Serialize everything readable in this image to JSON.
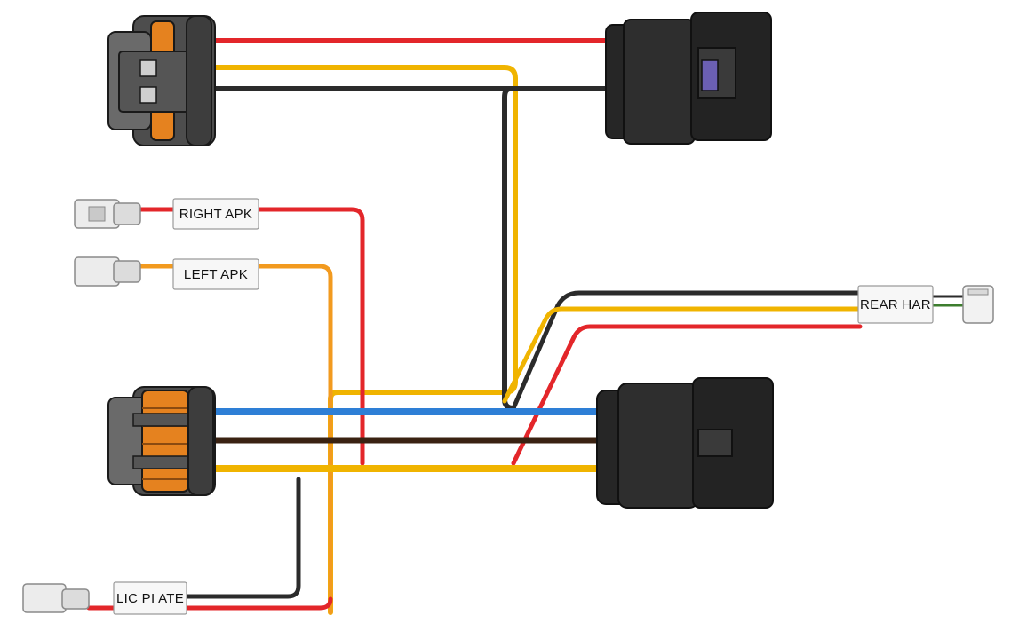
{
  "labels": {
    "right_apk": "RIGHT APK",
    "left_apk": "LEFT APK",
    "rear_har": "REAR HAR",
    "lic_plate": "LIC PI ATE"
  },
  "colors": {
    "red": "#e3262a",
    "orange": "#f29a1f",
    "yellow": "#f0b400",
    "black": "#2b2b2b",
    "blue": "#2e7fd6",
    "brown": "#3a2212",
    "green": "#3c7d2e",
    "connector_body": "#262626",
    "connector_grey": "#5c5c5c",
    "connector_orange": "#e5821f"
  },
  "icons": {
    "connector_top_left": "grey-orange-weatherpack-connector-icon",
    "connector_top_right": "black-multi-pin-connector-icon",
    "connector_bottom_left": "grey-orange-weatherpack-connector-icon",
    "connector_bottom_right": "black-multi-pin-connector-icon",
    "terminal_right_apk": "bullet-terminal-icon",
    "terminal_left_apk": "bullet-terminal-icon",
    "terminal_rear_har": "white-plug-icon",
    "terminal_lic_plate": "bullet-terminal-icon"
  }
}
